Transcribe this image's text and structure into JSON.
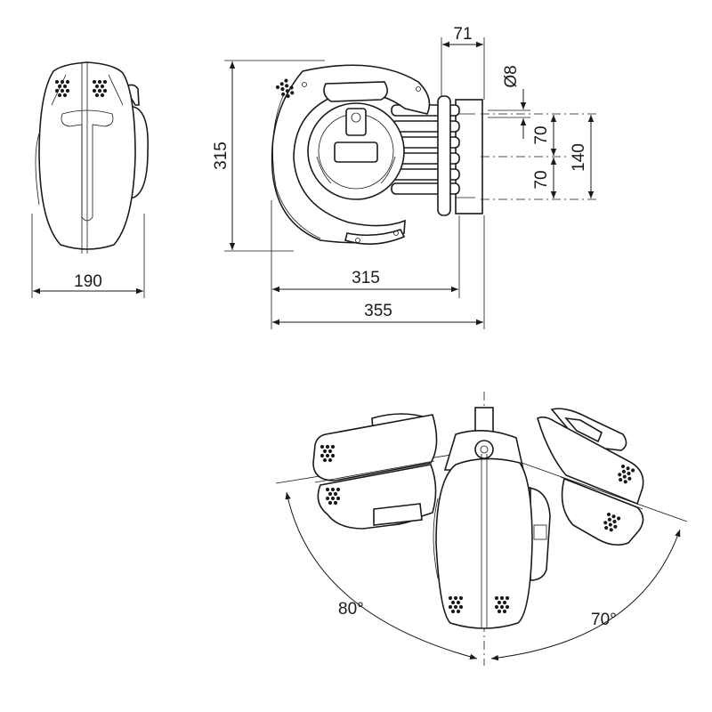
{
  "dimensions": {
    "side_width": "190",
    "front_height": "315",
    "front_width": "315",
    "overall_width": "355",
    "bracket_offset": "71",
    "hole_diameter": "Ø8",
    "hole_spacing_upper": "70",
    "hole_spacing_lower": "70",
    "hole_spacing_total": "140"
  },
  "swivel": {
    "left_angle": "80°",
    "right_angle": "70°"
  },
  "colors": {
    "line": "#1a1a1a",
    "background": "#ffffff"
  }
}
